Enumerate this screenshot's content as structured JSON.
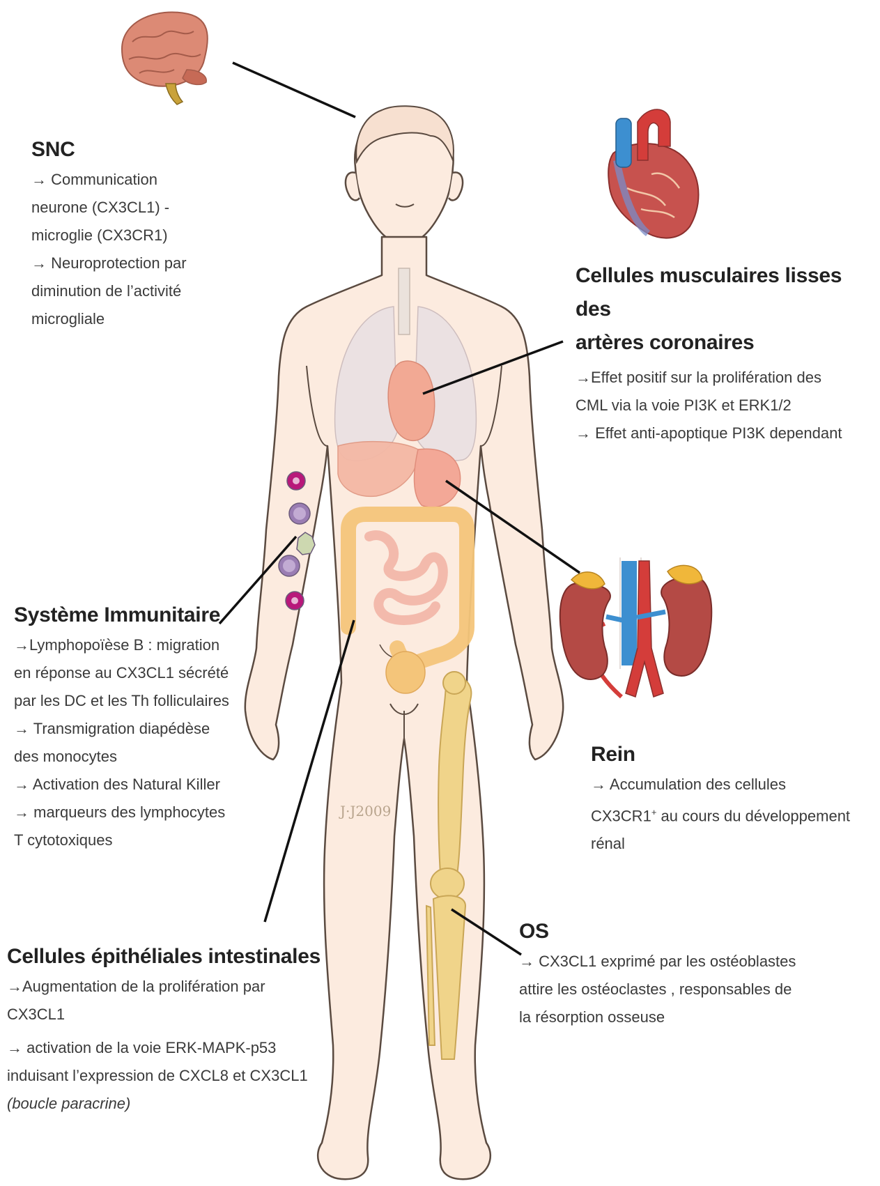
{
  "blocks": {
    "snc": {
      "title": "SNC",
      "lines": [
        "→ Communication",
        "neurone (CX3CL1) -",
        "microglie  (CX3CR1)",
        "→ Neuroprotection par",
        "diminution de l’activité",
        "microgliale"
      ]
    },
    "coronary": {
      "title_lines": [
        "Cellules musculaires lisses des",
        "artères coronaires"
      ],
      "lines": [
        "→Effet positif sur la prolifération des",
        "CML via la voie PI3K et ERK1/2",
        "→  Effet anti-apoptique PI3K dependant"
      ]
    },
    "immune": {
      "title": "Système Immunitaire",
      "lines": [
        "→Lymphopoïèse B : migration",
        "en réponse au CX3CL1 sécrété",
        "par les DC et les Th folliculaires",
        "→ Transmigration diapédèse",
        "des monocytes",
        "→  Activation des Natural Killer",
        "→  marqueurs des lymphocytes",
        "T cytotoxiques"
      ]
    },
    "kidney": {
      "title": "Rein",
      "line1": "→ Accumulation des cellules",
      "line2_pre": "CX3CR1",
      "line2_sup": "+",
      "line2_post": "  au cours du développement",
      "line3": "rénal"
    },
    "bone": {
      "title": "OS",
      "lines": [
        "→ CX3CL1 exprimé par les ostéoblastes",
        "attire les ostéoclastes , responsables de",
        "la résorption osseuse"
      ]
    },
    "intestinal": {
      "title": "Cellules épithéliales intestinales",
      "lines": [
        "→Augmentation de la prolifération par",
        "CX3CL1"
      ],
      "lines2": [
        "→  activation  de la voie ERK-MAPK-p53",
        "induisant l’expression de CXCL8 et CX3CL1"
      ],
      "italic_line": "(boucle paracrine)"
    }
  },
  "signature": "2009",
  "colors": {
    "skin": "#fcebdf",
    "skin_outline": "#5a4a40",
    "organs": "#f2a994",
    "colon": "#f4c57a",
    "bone": "#f0d48a",
    "heart": "#c7524e",
    "vessel_blue": "#3d8fd0",
    "vessel_red": "#d43d3a",
    "kidney": "#b44a45",
    "adrenal": "#f0b73a",
    "brain": "#dc8a75",
    "immune_cell_purple": "#9a7db3",
    "immune_cell_magenta": "#b8187a",
    "leader_line": "#111111"
  }
}
